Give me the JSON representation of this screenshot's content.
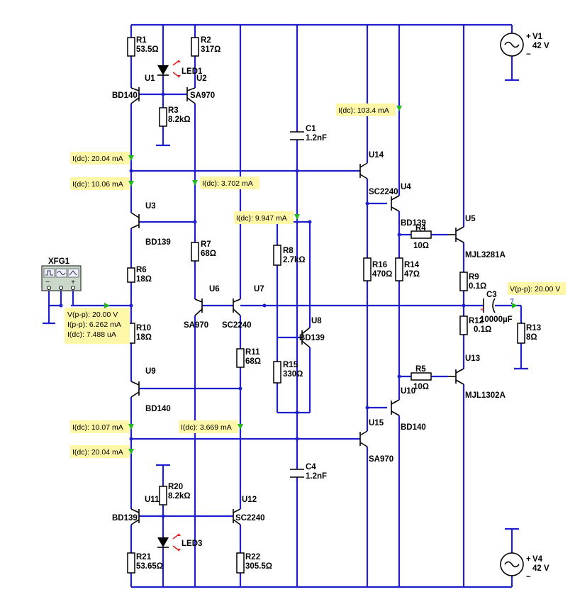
{
  "components": {
    "R1": {
      "name": "R1",
      "value": "53.5Ω"
    },
    "R2": {
      "name": "R2",
      "value": "317Ω"
    },
    "R3": {
      "name": "R3",
      "value": "8.2kΩ"
    },
    "R4": {
      "name": "R4",
      "value": "10Ω"
    },
    "R5": {
      "name": "R5",
      "value": "10Ω"
    },
    "R6": {
      "name": "R6",
      "value": "18Ω"
    },
    "R7": {
      "name": "R7",
      "value": "68Ω"
    },
    "R8": {
      "name": "R8",
      "value": "2.7kΩ"
    },
    "R9": {
      "name": "R9",
      "value": "0.1Ω"
    },
    "R10": {
      "name": "R10",
      "value": "18Ω"
    },
    "R11": {
      "name": "R11",
      "value": "68Ω"
    },
    "R12": {
      "name": "R12",
      "value": "0.1Ω"
    },
    "R13": {
      "name": "R13",
      "value": "8Ω"
    },
    "R14": {
      "name": "R14",
      "value": "47Ω"
    },
    "R15": {
      "name": "R15",
      "value": "330Ω"
    },
    "R16": {
      "name": "R16",
      "value": "470Ω"
    },
    "R20": {
      "name": "R20",
      "value": "8.2kΩ"
    },
    "R21": {
      "name": "R21",
      "value": "53.65Ω"
    },
    "R22": {
      "name": "R22",
      "value": "305.5Ω"
    },
    "C1": {
      "name": "C1",
      "value": "1.2nF"
    },
    "C3": {
      "name": "C3",
      "value": "10000µF"
    },
    "C4": {
      "name": "C4",
      "value": "1.2nF"
    },
    "V1": {
      "name": "V1",
      "value": "42 V"
    },
    "V4": {
      "name": "V4",
      "value": "42 V"
    },
    "LED1": "LED1",
    "LED3": "LED3",
    "XFG1": "XFG1",
    "U1": {
      "name": "U1",
      "part": "BD140"
    },
    "U2": {
      "name": "U2",
      "part": "SA970"
    },
    "U3": {
      "name": "U3",
      "part": "BD139"
    },
    "U4": {
      "name": "U4",
      "part": "BD139"
    },
    "U5": {
      "name": "U5",
      "part": "MJL3281A"
    },
    "U6": {
      "name": "U6",
      "part": "SA970"
    },
    "U7": {
      "name": "U7",
      "part": "SC2240"
    },
    "U8": {
      "name": "U8",
      "part": "BD139"
    },
    "U9": {
      "name": "U9",
      "part": "BD140"
    },
    "U10": {
      "name": "U10",
      "part": "BD140"
    },
    "U11": {
      "name": "U11",
      "part": "BD139"
    },
    "U12": {
      "name": "U12",
      "part": "SC2240"
    },
    "U13": {
      "name": "U13",
      "part": "MJL1302A"
    },
    "U14": {
      "name": "U14",
      "part": "SC2240"
    },
    "U15": {
      "name": "U15",
      "part": "SA970"
    }
  },
  "probes": {
    "p1": "I(dc): 103.4 mA",
    "p2": "I(dc): 20.04 mA",
    "p3": "I(dc): 10.06 mA",
    "p4": "I(dc): 3.702 mA",
    "p5": "I(dc): 9.947 mA",
    "p6_line1": "V(p-p): 20.00 V",
    "p6_line2": "I(p-p): 6.262 mA",
    "p6_line3": "I(dc): 7.488 uA",
    "p7": "V(p-p): 20.00 V",
    "p8": "I(dc): 10.07 mA",
    "p9": "I(dc): 3.669 mA",
    "p10": "I(dc): 20.04 mA"
  },
  "markers": {
    "node7": "7",
    "v1_plus": "+",
    "v1_minus": "−",
    "v4_plus": "+",
    "v4_minus": "−",
    "c3_plus": "+",
    "xfg_minus": "−",
    "xfg_com": "o",
    "xfg_plus": "+"
  },
  "colors": {
    "wire": "#1f1fcf",
    "probe_bg": "#fff7a8",
    "probe_arrow": "#1fb81f",
    "led_arrow": "#e02020"
  }
}
